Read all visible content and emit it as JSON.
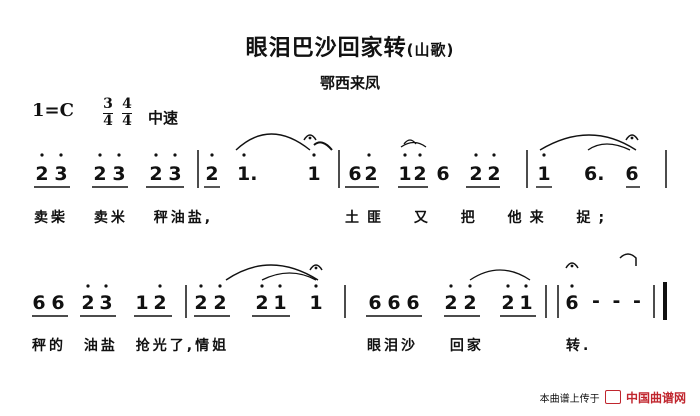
{
  "song": {
    "title": "眼泪巴沙回家转",
    "genre": "(山歌)",
    "region": "鄂西来凤",
    "key": "1=C",
    "time_signatures": [
      [
        "3",
        "4"
      ],
      [
        "4",
        "4"
      ]
    ],
    "tempo": "中速"
  },
  "line1": {
    "notes": [
      "2",
      "3",
      "2",
      "3",
      "2",
      "3",
      "2",
      "1.",
      "1",
      "6",
      "2",
      "1",
      "2",
      "6",
      "2",
      "2",
      "1",
      "6.",
      "6"
    ],
    "lyrics_a": "卖柴 卖米 秤油盐,",
    "lyrics_b": "土匪 又 把 他来 捉;"
  },
  "line2": {
    "notes": [
      "6",
      "6",
      "2",
      "3",
      "1",
      "2",
      "2",
      "2",
      "2",
      "1",
      "1",
      "6",
      "6",
      "6",
      "2",
      "2",
      "2",
      "1",
      "6",
      "- - -"
    ],
    "lyrics_a": "秤的 油盐 抢光了,情姐",
    "lyrics_b": "眼泪沙 回家",
    "lyrics_c": "转."
  },
  "footer": {
    "text": "本曲谱上传于",
    "site": "中国曲谱网"
  }
}
